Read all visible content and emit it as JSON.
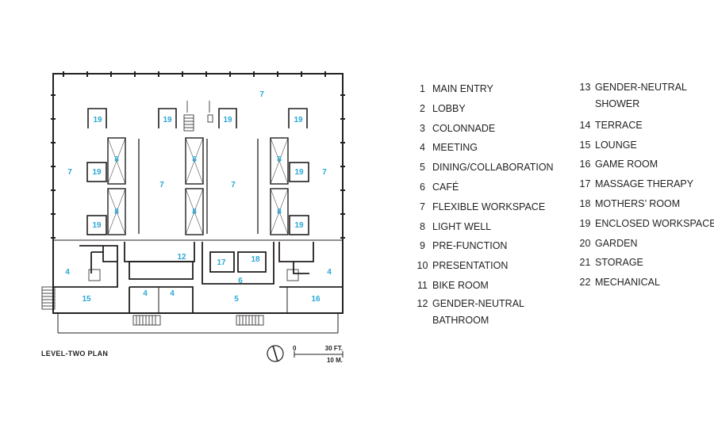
{
  "plan": {
    "title": "LEVEL-TWO PLAN",
    "scale_zero": "0",
    "scale_feet": "30 FT.",
    "scale_meters": "10 M.",
    "accent_color": "#2aa7d6",
    "line_color": "#231f20",
    "labels": {
      "r7_top": "7",
      "r19_a": "19",
      "r19_b": "19",
      "r19_c": "19",
      "r19_d": "19",
      "r19_e": "19",
      "r19_f": "19",
      "r19_g": "19",
      "r19_h": "19",
      "r8_a": "8",
      "r8_b": "8",
      "r8_c": "8",
      "r8_d": "8",
      "r8_e": "8",
      "r8_f": "8",
      "r7_left": "7",
      "r7_mid_a": "7",
      "r7_mid_b": "7",
      "r7_right": "7",
      "r4_a": "4",
      "r4_b": "4",
      "r4_c": "4",
      "r4_d": "4",
      "r12": "12",
      "r17": "17",
      "r18": "18",
      "r6": "6",
      "r15": "15",
      "r5": "5",
      "r16": "16"
    }
  },
  "legend": {
    "col1": [
      {
        "n": "1",
        "t": "MAIN ENTRY"
      },
      {
        "n": "2",
        "t": "LOBBY"
      },
      {
        "n": "3",
        "t": "COLONNADE"
      },
      {
        "n": "4",
        "t": "MEETING"
      },
      {
        "n": "5",
        "t": "DINING/COLLABORATION"
      },
      {
        "n": "6",
        "t": "CAFÉ"
      },
      {
        "n": "7",
        "t": "FLEXIBLE WORKSPACE"
      },
      {
        "n": "8",
        "t": "LIGHT WELL"
      },
      {
        "n": "9",
        "t": "PRE-FUNCTION"
      },
      {
        "n": "10",
        "t": "PRESENTATION"
      },
      {
        "n": "11",
        "t": "BIKE ROOM"
      },
      {
        "n": "12",
        "t": "GENDER-NEUTRAL\nBATHROOM"
      }
    ],
    "col2": [
      {
        "n": "13",
        "t": "GENDER-NEUTRAL\nSHOWER"
      },
      {
        "n": "14",
        "t": "TERRACE"
      },
      {
        "n": "15",
        "t": "LOUNGE"
      },
      {
        "n": "16",
        "t": "GAME ROOM"
      },
      {
        "n": "17",
        "t": "MASSAGE THERAPY"
      },
      {
        "n": "18",
        "t": "MOTHERS’ ROOM"
      },
      {
        "n": "19",
        "t": "ENCLOSED WORKSPACE"
      },
      {
        "n": "20",
        "t": "GARDEN"
      },
      {
        "n": "21",
        "t": "STORAGE"
      },
      {
        "n": "22",
        "t": "MECHANICAL"
      }
    ]
  }
}
